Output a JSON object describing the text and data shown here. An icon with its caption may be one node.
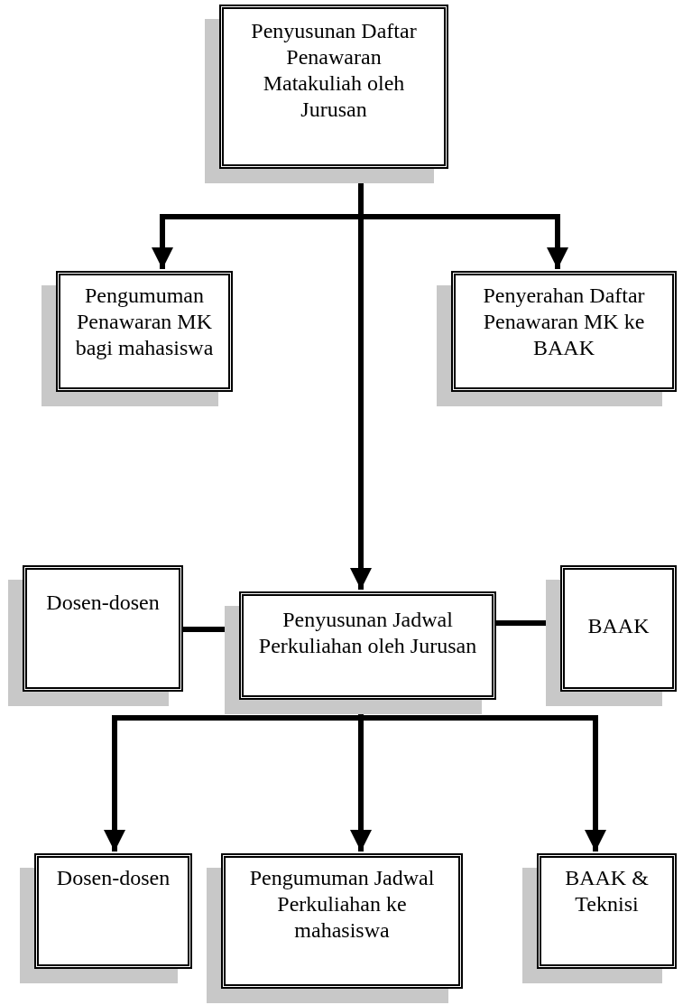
{
  "diagram": {
    "nodes": [
      {
        "text": [
          "Penyusunan Daftar Penawaran Matakuliah oleh Jurusan"
        ]
      },
      {
        "text": [
          "Pengumuman Penawaran MK bagi mahasiswa"
        ]
      },
      {
        "text": [
          "Penyerahan Daftar Penawaran MK ke BAAK"
        ]
      },
      {
        "text": [
          "Penyusunan Jadwal Perkuliahan oleh Jurusan"
        ]
      },
      {
        "text": [
          "Dosen-dosen"
        ]
      },
      {
        "text": [
          "BAAK"
        ]
      },
      {
        "text": [
          "Dosen-dosen"
        ]
      },
      {
        "text": [
          "Pengumuman Jadwal Perkuliahan ke mahasiswa"
        ]
      },
      {
        "text": [
          "BAAK & Teknisi"
        ]
      }
    ],
    "edges": [
      {
        "from": 0,
        "to": 1,
        "arrow": "to"
      },
      {
        "from": 0,
        "to": 2,
        "arrow": "to"
      },
      {
        "from": 0,
        "to": 3,
        "arrow": "to"
      },
      {
        "from": 4,
        "to": 3,
        "arrow": "none"
      },
      {
        "from": 3,
        "to": 5,
        "arrow": "none"
      },
      {
        "from": 3,
        "to": 6,
        "arrow": "to"
      },
      {
        "from": 3,
        "to": 7,
        "arrow": "to"
      },
      {
        "from": 3,
        "to": 8,
        "arrow": "to"
      }
    ]
  }
}
